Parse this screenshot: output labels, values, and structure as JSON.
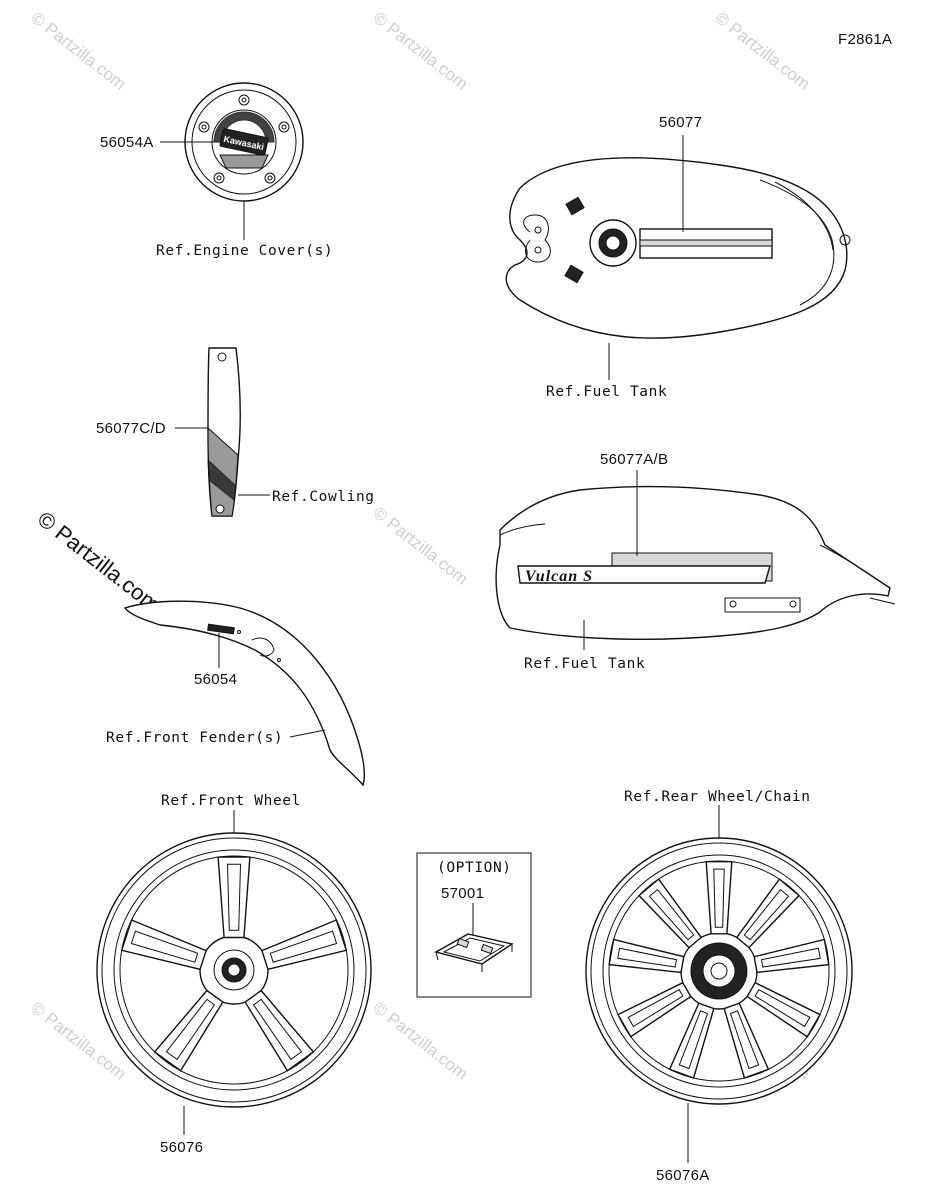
{
  "figure_id": "F2861A",
  "watermark_text": "© Partzilla.com",
  "callouts": {
    "engine_cover_part": "56054A",
    "engine_cover_ref": "Ref.Engine Cover(s)",
    "fuel_tank_top_part": "56077",
    "fuel_tank_top_ref": "Ref.Fuel Tank",
    "cowling_part": "56077C/D",
    "cowling_ref": "Ref.Cowling",
    "fuel_tank_side_part": "56077A/B",
    "fuel_tank_side_ref": "Ref.Fuel Tank",
    "fender_part": "56054",
    "fender_ref": "Ref.Front Fender(s)",
    "front_wheel_ref": "Ref.Front Wheel",
    "front_wheel_part": "56076",
    "option_label": "(OPTION)",
    "option_part": "57001",
    "rear_wheel_ref": "Ref.Rear Wheel/Chain",
    "rear_wheel_part": "56076A"
  },
  "decal_text": {
    "cover_logo": "Kawasaki",
    "tank_logo": "Vulcan S"
  }
}
